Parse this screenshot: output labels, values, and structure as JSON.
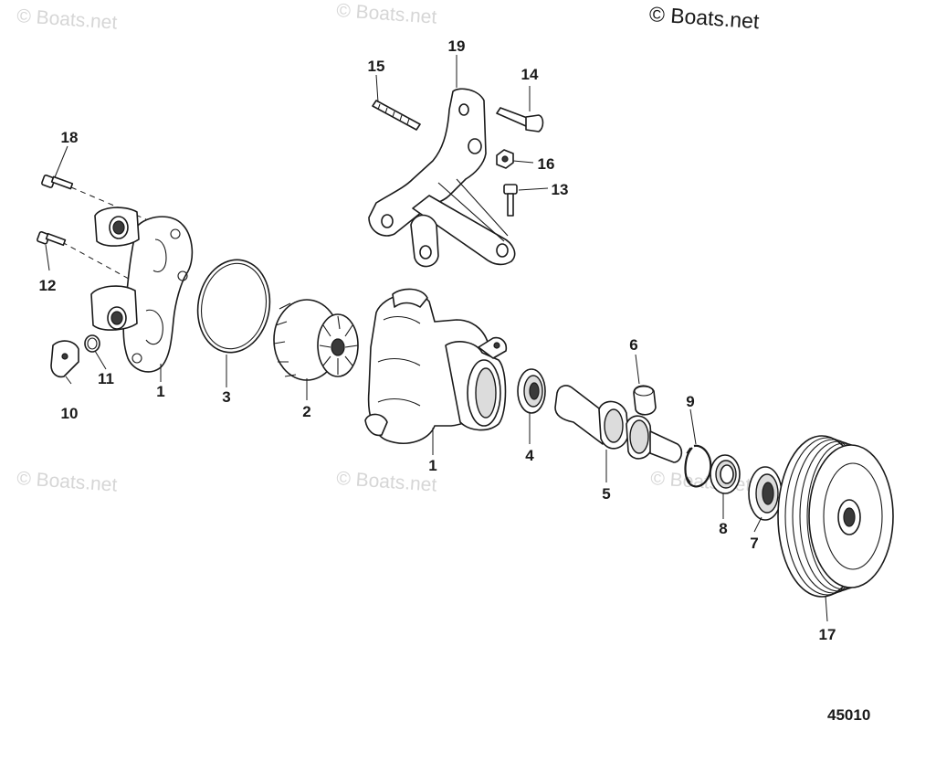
{
  "watermark": {
    "text": "© Boats.net"
  },
  "diagram_number": "45010",
  "callouts": {
    "c1a": "1",
    "c1b": "1",
    "c2": "2",
    "c3": "3",
    "c4": "4",
    "c5": "5",
    "c6": "6",
    "c7": "7",
    "c8": "8",
    "c9": "9",
    "c10": "10",
    "c11": "11",
    "c12": "12",
    "c13": "13",
    "c14": "14",
    "c15": "15",
    "c16": "16",
    "c17": "17",
    "c18": "18",
    "c19": "19"
  },
  "colors": {
    "line": "#1a1a1a",
    "watermark": "#d6d6d6",
    "background": "#ffffff"
  }
}
